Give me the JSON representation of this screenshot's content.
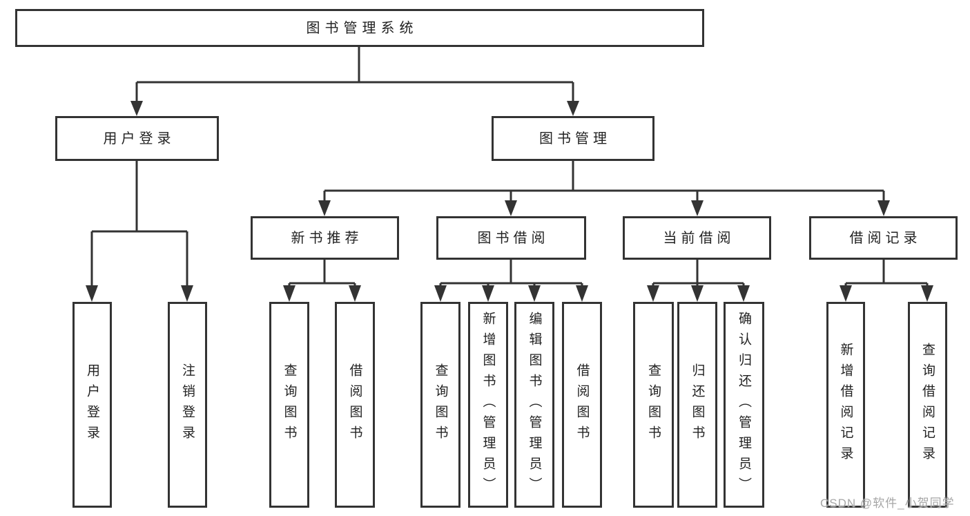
{
  "page": {
    "background": "#ffffff"
  },
  "colors": {
    "line": "#333333",
    "box_border": "#333333",
    "text": "#222222",
    "watermark_text": "#a6a6a6"
  },
  "diagram": {
    "root": {
      "label": "图书管理系统"
    },
    "level2": {
      "user_login": {
        "label": "用户登录"
      },
      "book_management": {
        "label": "图书管理"
      }
    },
    "level3": {
      "new_book_recommend": {
        "label": "新书推荐"
      },
      "book_borrowing": {
        "label": "图书借阅"
      },
      "current_borrowing": {
        "label": "当前借阅"
      },
      "borrowing_records": {
        "label": "借阅记录"
      }
    },
    "leaves": {
      "user_login": {
        "label": "用户登录"
      },
      "logout": {
        "label": "注销登录"
      },
      "recommend_query_books": {
        "label": "查询图书"
      },
      "recommend_borrow_books": {
        "label": "借阅图书"
      },
      "borrowing_query_books": {
        "label": "查询图书"
      },
      "borrowing_add_books_admin": {
        "label": "新增图书（管理员）"
      },
      "borrowing_edit_books_admin": {
        "label": "编辑图书（管理员）"
      },
      "borrowing_borrow_books": {
        "label": "借阅图书"
      },
      "current_query_books": {
        "label": "查询图书"
      },
      "current_return_books": {
        "label": "归还图书"
      },
      "current_confirm_return_admin": {
        "label": "确认归还（管理员）"
      },
      "records_add_borrow_record": {
        "label": "新增借阅记录"
      },
      "records_query_borrow_record": {
        "label": "查询借阅记录"
      }
    }
  },
  "watermark": {
    "text": "CSDN @软件_小贺同学"
  }
}
